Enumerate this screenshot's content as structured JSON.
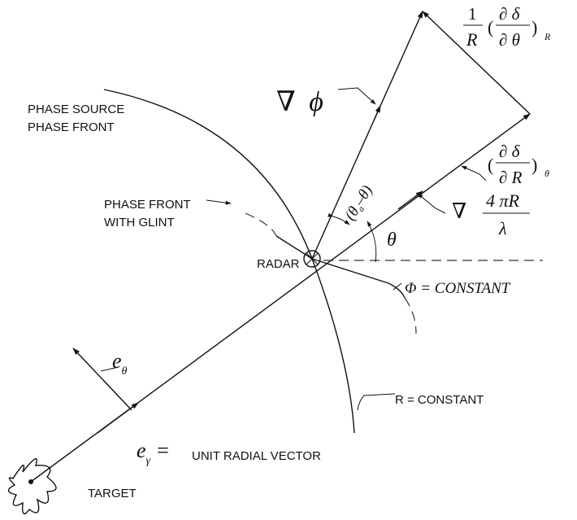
{
  "labels": {
    "phase_source_line1": "PHASE SOURCE",
    "phase_source_line2": "PHASE FRONT",
    "phase_front_glint_line1": "PHASE FRONT",
    "phase_front_glint_line2": "WITH GLINT",
    "radar": "RADAR",
    "r_constant": "R = CONSTANT",
    "unit_radial_vector": "UNIT RADIAL VECTOR",
    "target": "TARGET",
    "phi_constant": "Φ  =  CONSTANT"
  },
  "math": {
    "nabla": "∇",
    "phi": "ϕ",
    "theta": "θ",
    "e": "e",
    "theta_sub": "θ",
    "gamma_sub": "γ",
    "equals": "=",
    "one": "1",
    "R": "R",
    "partial_delta": "∂ δ",
    "partial_theta": "∂ θ",
    "partial_R": "∂ R",
    "sub_R": "R",
    "sub_theta": "θ",
    "four_pi_R": "4 πR",
    "lambda": "λ",
    "theta_diff_open": "(θ",
    "theta_diff_sub": "a",
    "theta_diff_close": "–θ)"
  }
}
